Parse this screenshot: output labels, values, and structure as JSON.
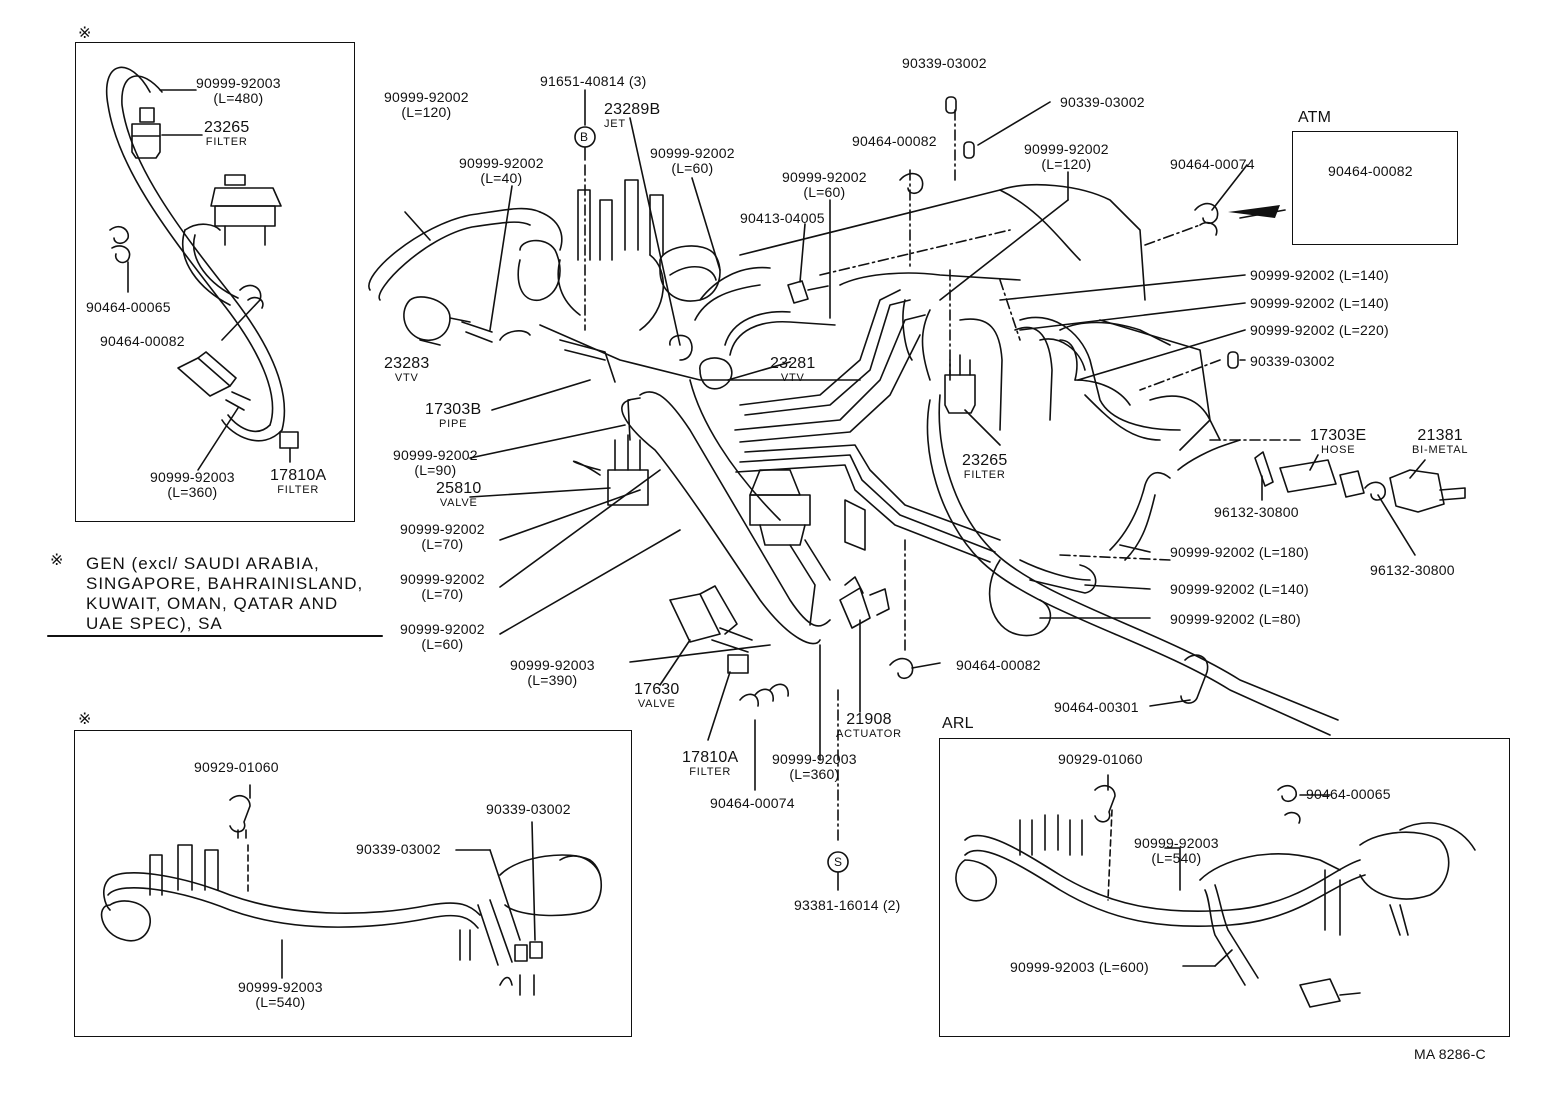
{
  "diagram": {
    "drawing_code": "MA  8286-C",
    "asterisk": "※",
    "note_lines": [
      "GEN (excl/ SAUDI  ARABIA,",
      "SINGAPORE, BAHRAINISLAND,",
      "KUWAIT,  OMAN,  QATAR  AND",
      "UAE  SPEC), SA"
    ],
    "boxes": {
      "atm": "ATM",
      "arl": "ARL"
    },
    "circle_b": "B",
    "circle_s": "S"
  },
  "callouts": [
    {
      "id": "tl-hose-480",
      "lines": [
        "90999-92003",
        "(L=480)"
      ]
    },
    {
      "id": "tl-filter-23265",
      "lines": [
        "23265"
      ],
      "sub": "FILTER"
    },
    {
      "id": "tl-clamp-65",
      "lines": [
        "90464-00065"
      ]
    },
    {
      "id": "tl-clamp-82",
      "lines": [
        "90464-00082"
      ]
    },
    {
      "id": "tl-hose-360",
      "lines": [
        "90999-92003",
        "(L=360)"
      ]
    },
    {
      "id": "tl-filter-17810a",
      "lines": [
        "17810A"
      ],
      "sub": "FILTER"
    },
    {
      "id": "hose-120-a",
      "lines": [
        "90999-92002",
        "(L=120)"
      ]
    },
    {
      "id": "hose-40",
      "lines": [
        "90999-92002",
        "(L=40)"
      ]
    },
    {
      "id": "bolt-91651",
      "lines": [
        "91651-40814 (3)"
      ]
    },
    {
      "id": "jet-23289b",
      "lines": [
        "23289B"
      ],
      "sub": "JET"
    },
    {
      "id": "hose-60-a",
      "lines": [
        "90999-92002",
        "(L=60)"
      ]
    },
    {
      "id": "hose-60-b",
      "lines": [
        "90999-92002",
        "(L=60)"
      ]
    },
    {
      "id": "fitting-90413",
      "lines": [
        "90413-04005"
      ]
    },
    {
      "id": "plug-90339-a",
      "lines": [
        "90339-03002"
      ]
    },
    {
      "id": "plug-90339-b",
      "lines": [
        "90339-03002"
      ]
    },
    {
      "id": "clamp-82-top",
      "lines": [
        "90464-00082"
      ]
    },
    {
      "id": "hose-120-b",
      "lines": [
        "90999-92002",
        "(L=120)"
      ]
    },
    {
      "id": "clamp-74-top",
      "lines": [
        "90464-00074"
      ]
    },
    {
      "id": "atm-clamp",
      "lines": [
        "90464-00082"
      ]
    },
    {
      "id": "vtv-23283",
      "lines": [
        "23283"
      ],
      "sub": "VTV"
    },
    {
      "id": "vtv-23281",
      "lines": [
        "23281"
      ],
      "sub": "VTV"
    },
    {
      "id": "pipe-17303b",
      "lines": [
        "17303B"
      ],
      "sub": "PIPE"
    },
    {
      "id": "hose-90",
      "lines": [
        "90999-92002",
        "(L=90)"
      ]
    },
    {
      "id": "valve-25810",
      "lines": [
        "25810"
      ],
      "sub": "VALVE"
    },
    {
      "id": "hose-70-a",
      "lines": [
        "90999-92002",
        "(L=70)"
      ]
    },
    {
      "id": "hose-70-b",
      "lines": [
        "90999-92002",
        "(L=70)"
      ]
    },
    {
      "id": "hose-60-c",
      "lines": [
        "90999-92002",
        "(L=60)"
      ]
    },
    {
      "id": "hose-390",
      "lines": [
        "90999-92003",
        "(L=390)"
      ]
    },
    {
      "id": "valve-17630",
      "lines": [
        "17630"
      ],
      "sub": "VALVE"
    },
    {
      "id": "filter-17810a",
      "lines": [
        "17810A"
      ],
      "sub": "FILTER"
    },
    {
      "id": "clamp-74-bottom",
      "lines": [
        "90464-00074"
      ]
    },
    {
      "id": "hose-360-mid",
      "lines": [
        "90999-92003",
        "(L=360)"
      ]
    },
    {
      "id": "actuator-21908",
      "lines": [
        "21908"
      ],
      "sub": "ACTUATOR"
    },
    {
      "id": "filter-23265-mid",
      "lines": [
        "23265"
      ],
      "sub": "FILTER"
    },
    {
      "id": "hose-140-a",
      "lines": [
        "90999-92002 (L=140)"
      ]
    },
    {
      "id": "hose-140-b",
      "lines": [
        "90999-92002 (L=140)"
      ]
    },
    {
      "id": "hose-220",
      "lines": [
        "90999-92002 (L=220)"
      ]
    },
    {
      "id": "plug-90339-c",
      "lines": [
        "90339-03002"
      ]
    },
    {
      "id": "hose-17303e",
      "lines": [
        "17303E"
      ],
      "sub": "HOSE"
    },
    {
      "id": "bimetal-21381",
      "lines": [
        "21381"
      ],
      "sub": "BI-METAL"
    },
    {
      "id": "clip-96132-a",
      "lines": [
        "96132-30800"
      ]
    },
    {
      "id": "clip-96132-b",
      "lines": [
        "96132-30800"
      ]
    },
    {
      "id": "hose-180",
      "lines": [
        "90999-92002 (L=180)"
      ]
    },
    {
      "id": "hose-140-c",
      "lines": [
        "90999-92002 (L=140)"
      ]
    },
    {
      "id": "hose-80",
      "lines": [
        "90999-92002 (L=80)"
      ]
    },
    {
      "id": "clamp-82-mid",
      "lines": [
        "90464-00082"
      ]
    },
    {
      "id": "clamp-301",
      "lines": [
        "90464-00301"
      ]
    },
    {
      "id": "bolt-93381",
      "lines": [
        "93381-16014 (2)"
      ]
    },
    {
      "id": "bl-clip-90929",
      "lines": [
        "90929-01060"
      ]
    },
    {
      "id": "bl-plug-a",
      "lines": [
        "90339-03002"
      ]
    },
    {
      "id": "bl-plug-b",
      "lines": [
        "90339-03002"
      ]
    },
    {
      "id": "bl-hose-540",
      "lines": [
        "90999-92003",
        "(L=540)"
      ]
    },
    {
      "id": "br-clip-90929",
      "lines": [
        "90929-01060"
      ]
    },
    {
      "id": "br-clamp-65",
      "lines": [
        "90464-00065"
      ]
    },
    {
      "id": "br-hose-540",
      "lines": [
        "90999-92003",
        "(L=540)"
      ]
    },
    {
      "id": "br-hose-600",
      "lines": [
        "90999-92003 (L=600)"
      ]
    }
  ]
}
